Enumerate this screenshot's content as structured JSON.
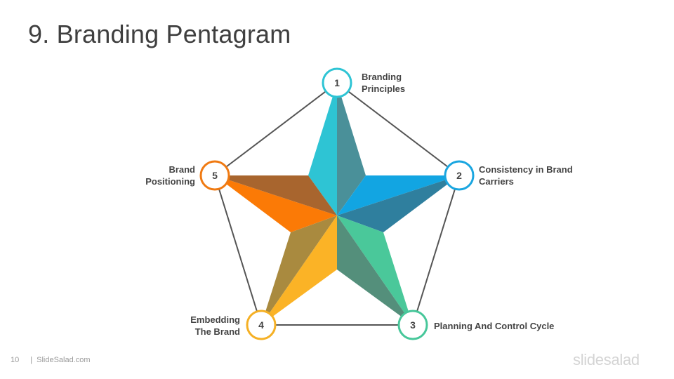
{
  "title": "9. Branding Pentagram",
  "points": [
    {
      "num": "1",
      "line1": "Branding",
      "line2": "Principles",
      "color": "#2ec4d4"
    },
    {
      "num": "2",
      "line1": "Consistency in Brand",
      "line2": "Carriers",
      "color": "#1aa6e0"
    },
    {
      "num": "3",
      "line1": "Planning And Control Cycle",
      "line2": "",
      "color": "#47c79a"
    },
    {
      "num": "4",
      "line1": "Embedding",
      "line2": "The Brand",
      "color": "#f5b025"
    },
    {
      "num": "5",
      "line1": "Brand",
      "line2": "Positioning",
      "color": "#f07a12"
    }
  ],
  "footer": {
    "page": "10",
    "site": "SlideSalad.com"
  },
  "brand_mark": "slidesalad"
}
